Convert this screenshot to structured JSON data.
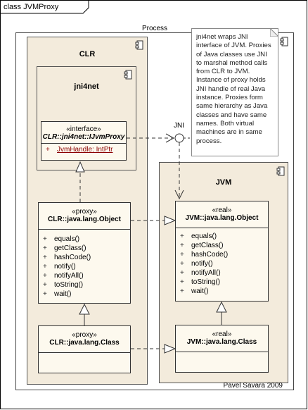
{
  "frame": {
    "title": "class JVMProxy"
  },
  "footer": {
    "author": "Pavel Savara 2009"
  },
  "components": {
    "process": "Process",
    "clr": "CLR",
    "jni4net": "jni4net",
    "jvm": "JVM"
  },
  "interface_class": {
    "stereotype": "«interface»",
    "name": "CLR::jni4net::IJvmProxy",
    "attribute_visibility": "+",
    "attribute": "JvmHandle:  IntPtr"
  },
  "clr_object": {
    "stereotype": "«proxy»",
    "name": "CLR::java.lang.Object",
    "operations": [
      "equals()",
      "getClass()",
      "hashCode()",
      "notify()",
      "notifyAll()",
      "toString()",
      "wait()"
    ],
    "visibility": "+"
  },
  "clr_class": {
    "stereotype": "«proxy»",
    "name": "CLR::java.lang.Class"
  },
  "jvm_object": {
    "stereotype": "«real»",
    "name": "JVM::java.lang.Object",
    "operations": [
      "equals()",
      "getClass()",
      "hashCode()",
      "notify()",
      "notifyAll()",
      "toString()",
      "wait()"
    ],
    "visibility": "+"
  },
  "jvm_class": {
    "stereotype": "«real»",
    "name": "JVM::java.lang.Class"
  },
  "jni_label": "JNI",
  "note": {
    "text": "jni4net wraps JNI interface of JVM. Proxies of Java classes use JNI to marshal method calls from CLR to JVM. Instance of proxy holds JNI handle of real Java instance. Proxies form same hierarchy as Java classes and have same names. Both virtual machines are in same process."
  }
}
